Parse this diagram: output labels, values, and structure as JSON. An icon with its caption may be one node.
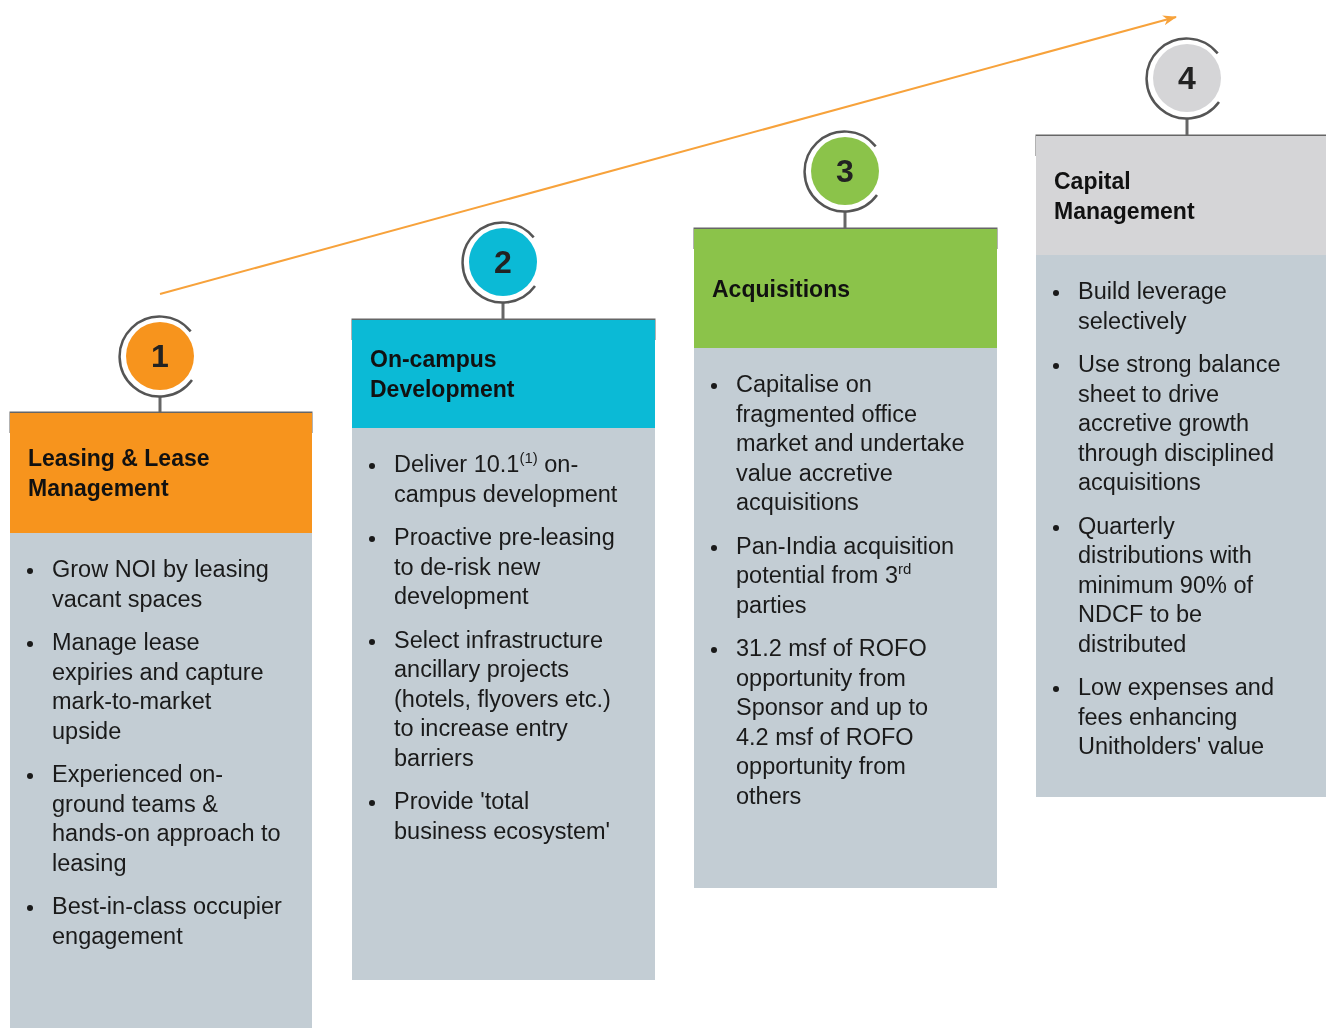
{
  "diagram": {
    "nodes": [
      {
        "text": [
          "1"
        ]
      },
      {
        "text": [
          "Leasing & Lease Management"
        ]
      },
      {
        "text": [
          "Grow NOI by leasing vacant spaces",
          "Manage lease expiries and capture mark-to-market upside",
          "Experienced on-ground teams & hands-on approach to leasing",
          "Best-in-class occupier engagement"
        ]
      },
      {
        "text": [
          "2"
        ]
      },
      {
        "text": [
          "On-campus Development"
        ]
      },
      {
        "text": [
          "Deliver 10.1$^{(1)}$ on-campus development",
          "Proactive pre-leasing to de-risk new development",
          "Select infrastructure ancillary projects (hotels, flyovers etc.) to increase entry barriers",
          "Provide 'total business ecosystem'"
        ]
      },
      {
        "text": [
          "3"
        ]
      },
      {
        "text": [
          "Acquisitions"
        ]
      },
      {
        "text": [
          "Capitalise on fragmented office market and undertake value accretive acquisitions",
          "Pan-India acquisition potential from 3$^{rd}$ parties",
          "31.2 msf of ROFO opportunity from Sponsor and up to 4.2 msf of ROFO opportunity from others"
        ]
      },
      {
        "text": [
          "4"
        ]
      },
      {
        "text": [
          "Capital Management"
        ]
      },
      {
        "text": [
          "Build leverage selectively",
          "Use strong balance sheet to drive accretive growth through disciplined acquisitions",
          "Quarterly distributions with minimum 90% of NDCF to be distributed",
          "Low expenses and fees enhancing Unitholders' value"
        ]
      }
    ],
    "edges": [
      {
        "from": 0,
        "to": 1,
        "arrow": "none"
      },
      {
        "from": 3,
        "to": 4,
        "arrow": "none"
      },
      {
        "from": 6,
        "to": 7,
        "arrow": "none"
      },
      {
        "from": 9,
        "to": 10,
        "arrow": "none"
      }
    ]
  }
}
